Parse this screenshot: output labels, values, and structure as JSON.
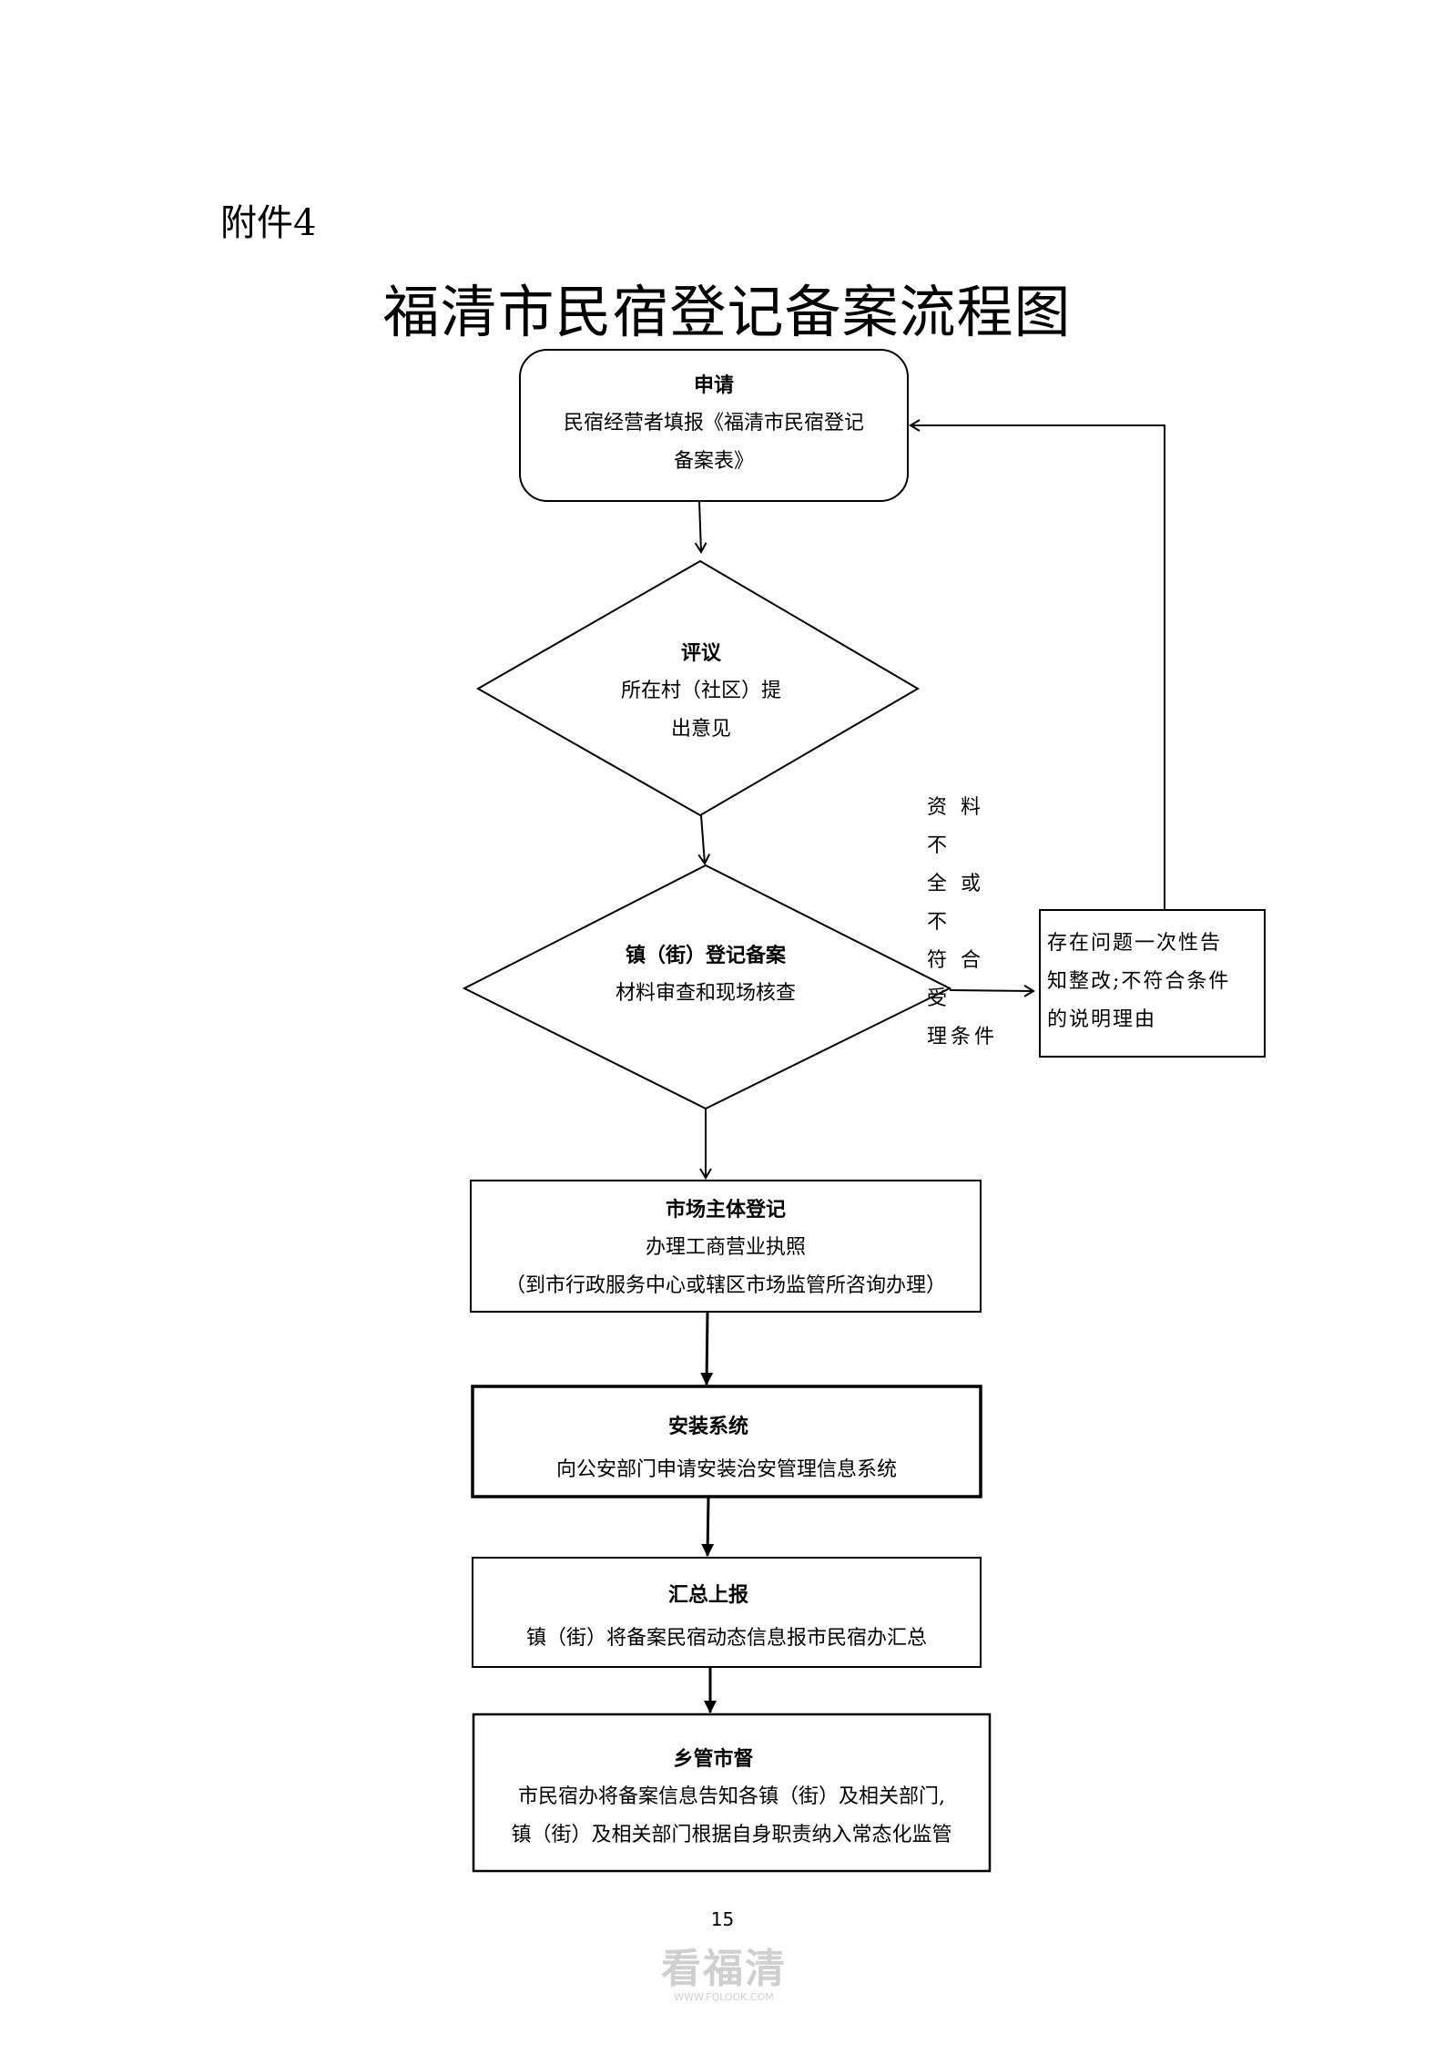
{
  "header": {
    "annex": "附件4",
    "title": "福清市民宿登记备案流程图"
  },
  "nodes": {
    "apply": {
      "title": "申请",
      "lines": [
        "民宿经营者填报《福清市民宿登记",
        "备案表》"
      ]
    },
    "review": {
      "title": "评议",
      "lines": [
        "所在村（社区）提",
        "出意见"
      ]
    },
    "filing": {
      "title": "镇（街）登记备案",
      "lines": [
        "材料审查和现场核查"
      ]
    },
    "rejection": {
      "lines": [
        "存在问题一次性告",
        "知整改;不符合条件",
        "的说明理由"
      ]
    },
    "market": {
      "title": "市场主体登记",
      "lines": [
        "办理工商营业执照",
        "（到市行政服务中心或辖区市场监管所咨询办理）"
      ]
    },
    "install": {
      "title": "安装系统",
      "lines": [
        "向公安部门申请安装治安管理信息系统"
      ]
    },
    "summary": {
      "title": "汇总上报",
      "lines": [
        "镇（街）将备案民宿动态信息报市民宿办汇总"
      ]
    },
    "supervise": {
      "title": "乡管市督",
      "lines": [
        "市民宿办将备案信息告知各镇（街）及相关部门,",
        "镇（街）及相关部门根据自身职责纳入常态化监管"
      ]
    }
  },
  "side_note": {
    "lines": [
      "资 料 不",
      "全 或 不",
      "符 合 受",
      "理条件"
    ]
  },
  "footer": {
    "page_number": "15"
  },
  "watermark": {
    "name": "看福清",
    "url": "WWW.FQLOOK.COM"
  }
}
